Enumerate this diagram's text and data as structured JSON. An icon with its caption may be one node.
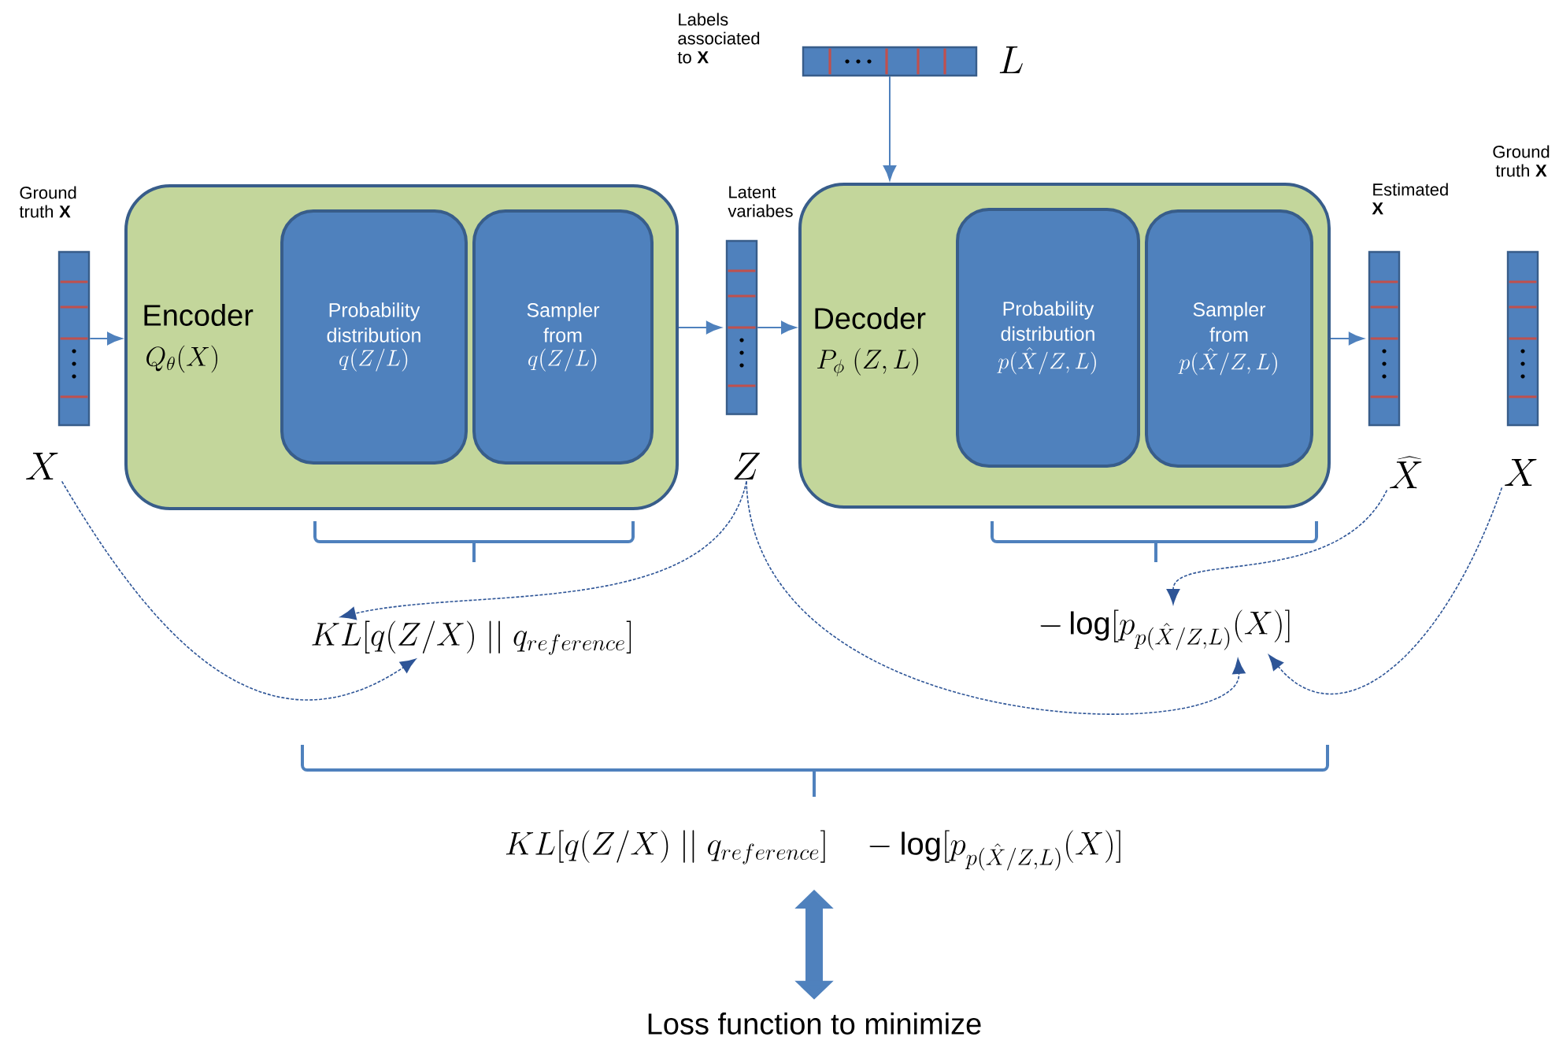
{
  "diagram": {
    "nodes": [
      {
        "text": [
          "Ground truth **X**",
          "X"
        ]
      },
      {
        "text": [
          "Encoder",
          "Q_{\\theta}(X)"
        ]
      },
      {
        "text": [
          "Probability distribution",
          "q(Z/L)"
        ],
        "in": 1
      },
      {
        "text": [
          "Sampler from",
          "q(Z/L)"
        ],
        "in": 1
      },
      {
        "text": [
          "Latent variabes",
          "Z"
        ]
      },
      {
        "text": [
          "Labels associated to **X**",
          "L"
        ]
      },
      {
        "text": [
          "Decoder",
          "P_{\\phi}\\ (Z,L)"
        ]
      },
      {
        "text": [
          "Probability distribution",
          "p(\\hat{X}/Z,L)"
        ],
        "in": 6
      },
      {
        "text": [
          "Sampler from",
          "p(\\hat{X}/Z,L)"
        ],
        "in": 6
      },
      {
        "text": [
          "Estimated **X**",
          "\\widehat{X}"
        ]
      },
      {
        "text": [
          "Ground truth **X**",
          "X"
        ]
      },
      {
        "text": [
          "KL[q(Z/X)\\ ||\\ q_{reference}]"
        ]
      },
      {
        "text": [
          "-\\log[p_{p(\\hat{X}/Z,L)}(X)]"
        ]
      },
      {
        "text": [
          "KL[q(Z/X)\\ ||\\ q_{reference}]\\quad -\\log[p_{p(\\hat{X}/Z,L)}(X)]"
        ]
      },
      {
        "text": [
          "Loss function to minimize"
        ]
      }
    ],
    "edges": [
      {
        "from": 0,
        "to": 1,
        "arrow": "to"
      },
      {
        "from": 1,
        "to": 4,
        "arrow": "to"
      },
      {
        "from": 4,
        "to": 6,
        "arrow": "to"
      },
      {
        "from": 5,
        "to": 6,
        "arrow": "to"
      },
      {
        "from": 6,
        "to": 9,
        "arrow": "to"
      },
      {
        "from": 0,
        "to": 11,
        "arrow": "to",
        "style": "dashed"
      },
      {
        "from": 4,
        "to": 11,
        "arrow": "to",
        "style": "dashed"
      },
      {
        "from": 4,
        "to": 12,
        "arrow": "to",
        "style": "dashed"
      },
      {
        "from": 9,
        "to": 12,
        "arrow": "to",
        "style": "dashed"
      },
      {
        "from": 10,
        "to": 12,
        "arrow": "to",
        "style": "dashed"
      },
      {
        "from": 13,
        "to": 14,
        "arrow": "both",
        "style": "thick"
      }
    ]
  }
}
